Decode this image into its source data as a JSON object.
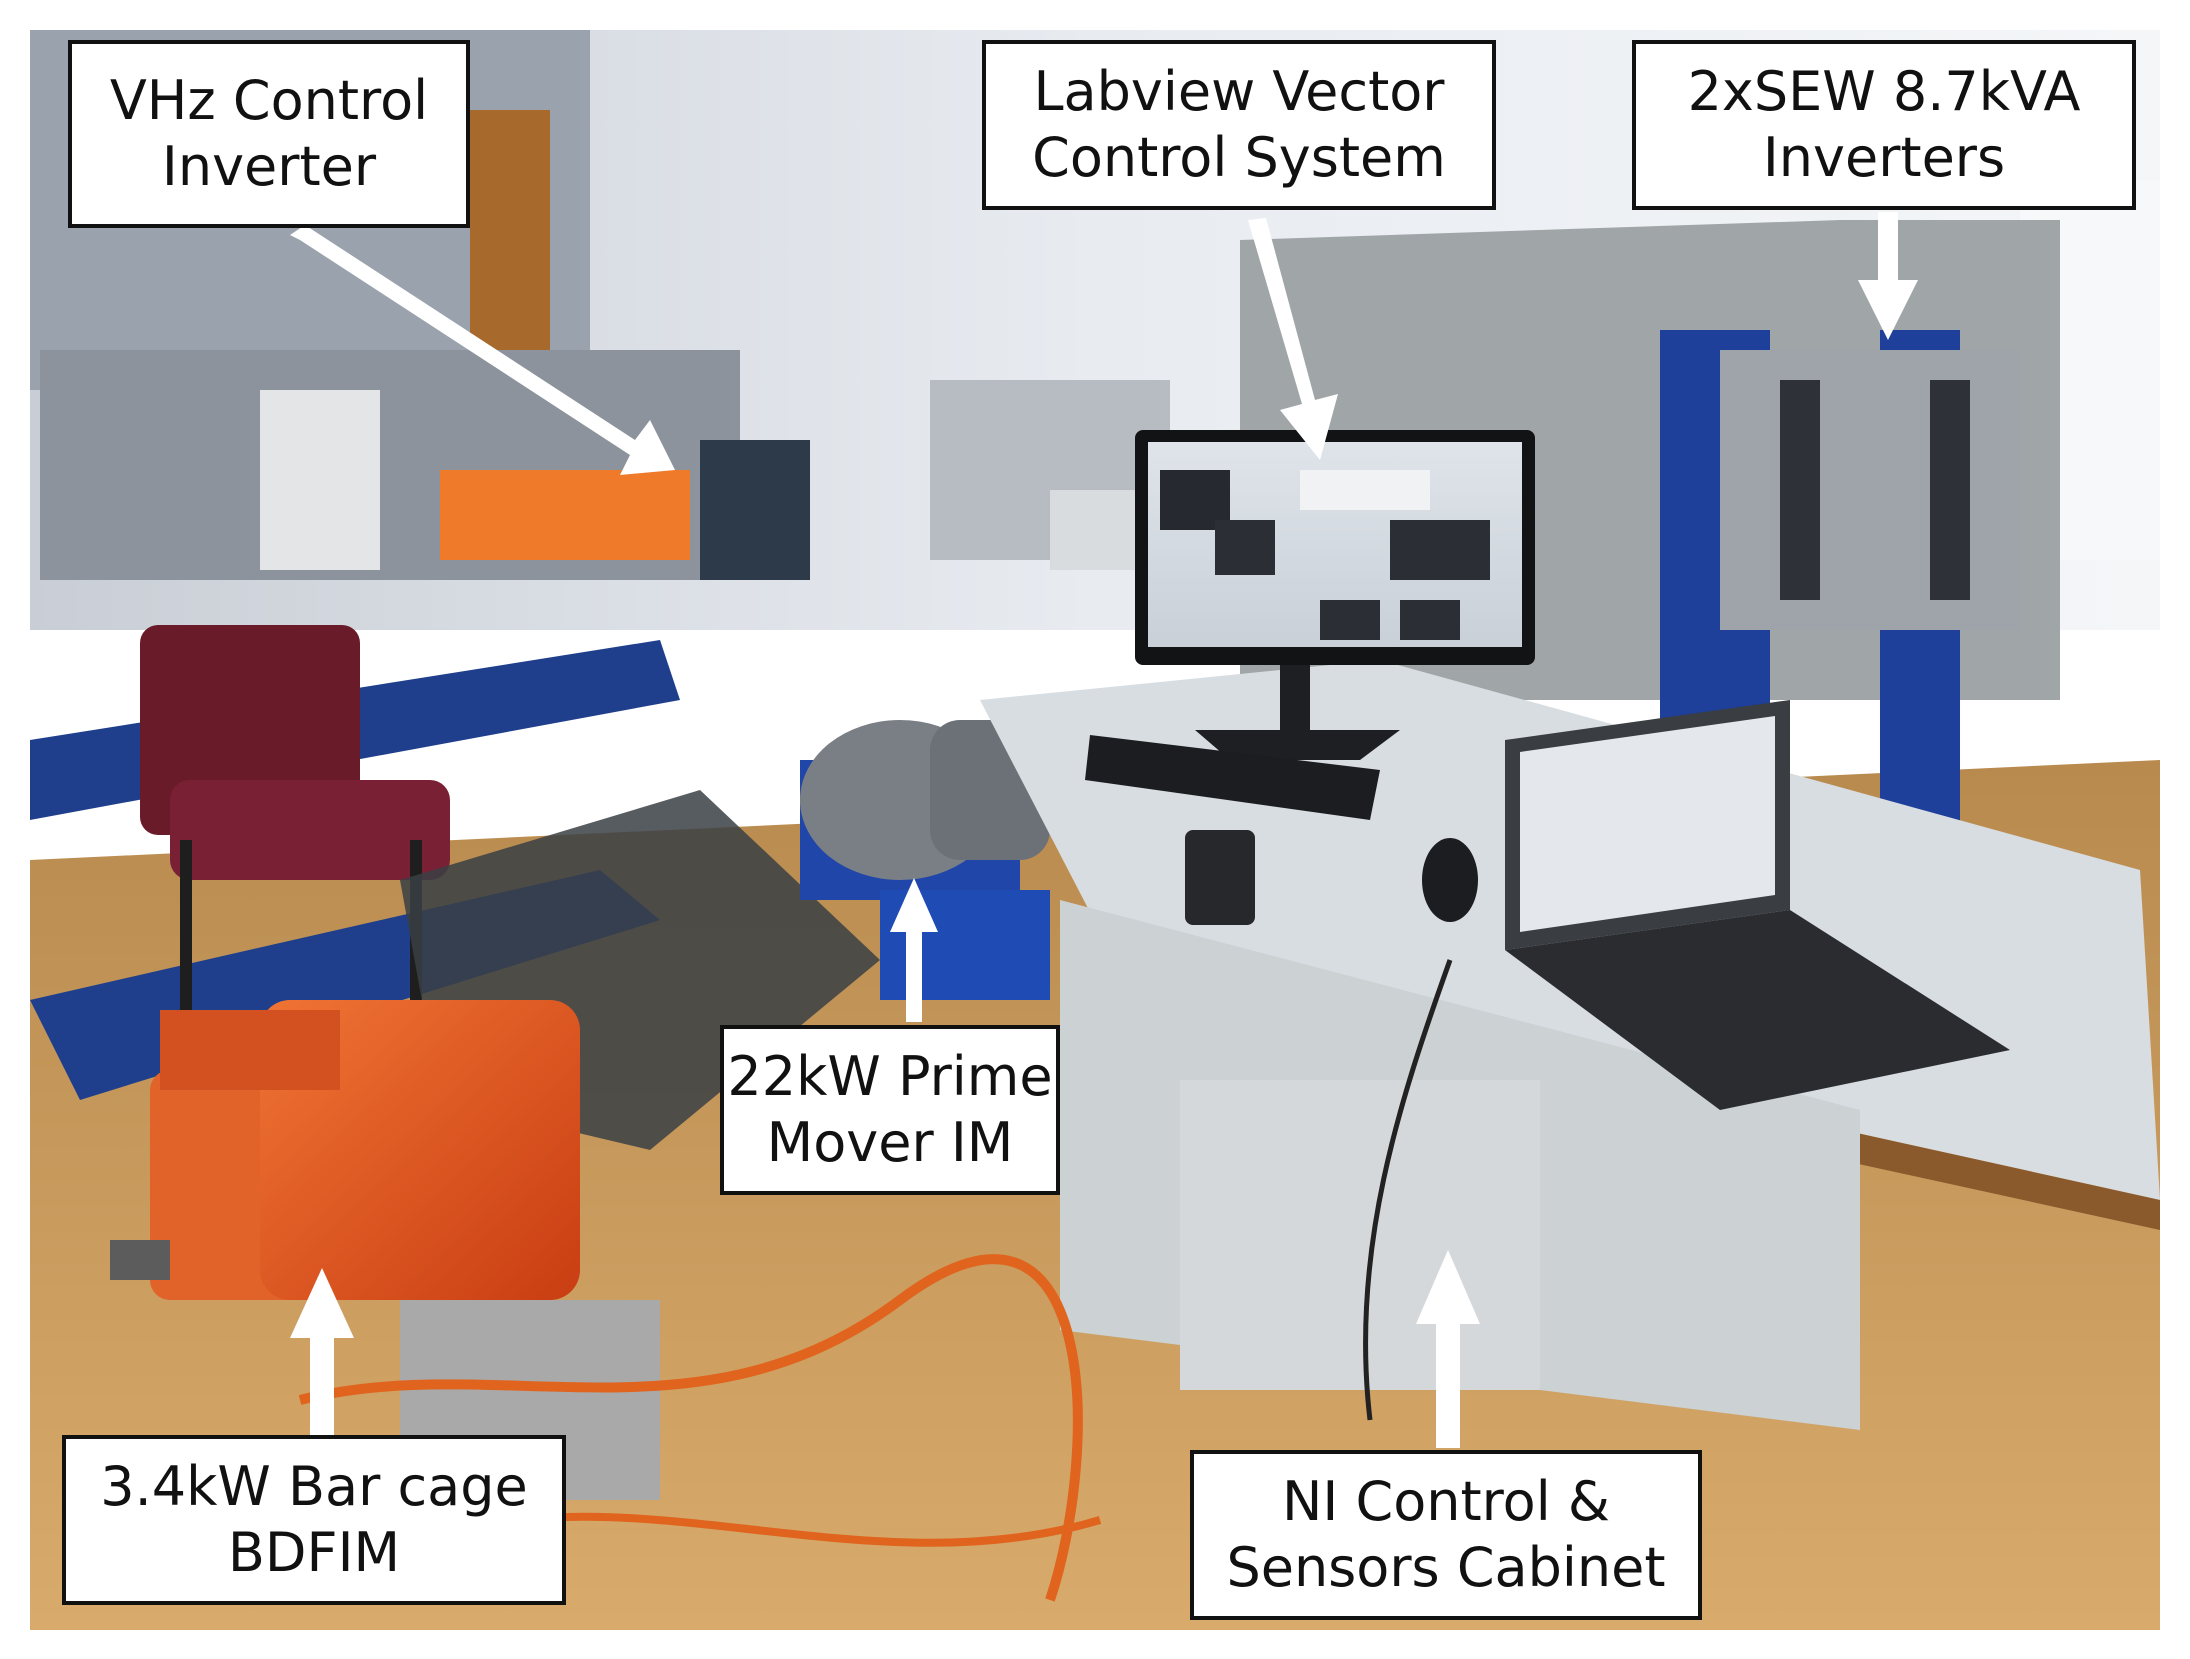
{
  "labels": {
    "vhz_inverter": {
      "line1": "VHz Control",
      "line2": "Inverter"
    },
    "labview_system": {
      "line1": "Labview Vector",
      "line2": "Control System"
    },
    "sew_inverters": {
      "line1": "2xSEW 8.7kVA",
      "line2": "Inverters"
    },
    "prime_mover": {
      "line1": "22kW Prime",
      "line2": "Mover IM"
    },
    "bdfim": {
      "line1": "3.4kW Bar cage",
      "line2": "BDFIM"
    },
    "ni_cabinet": {
      "line1": "NI Control &",
      "line2": "Sensors Cabinet"
    }
  },
  "colors": {
    "background_frame": "#ffffff",
    "label_border": "#111111",
    "arrow": "#ffffff",
    "motor_orange": "#e8521f",
    "bench_blue": "#1f3f8c",
    "floor": "#c89a5a"
  },
  "icons": {
    "arrow": "arrow-icon"
  }
}
